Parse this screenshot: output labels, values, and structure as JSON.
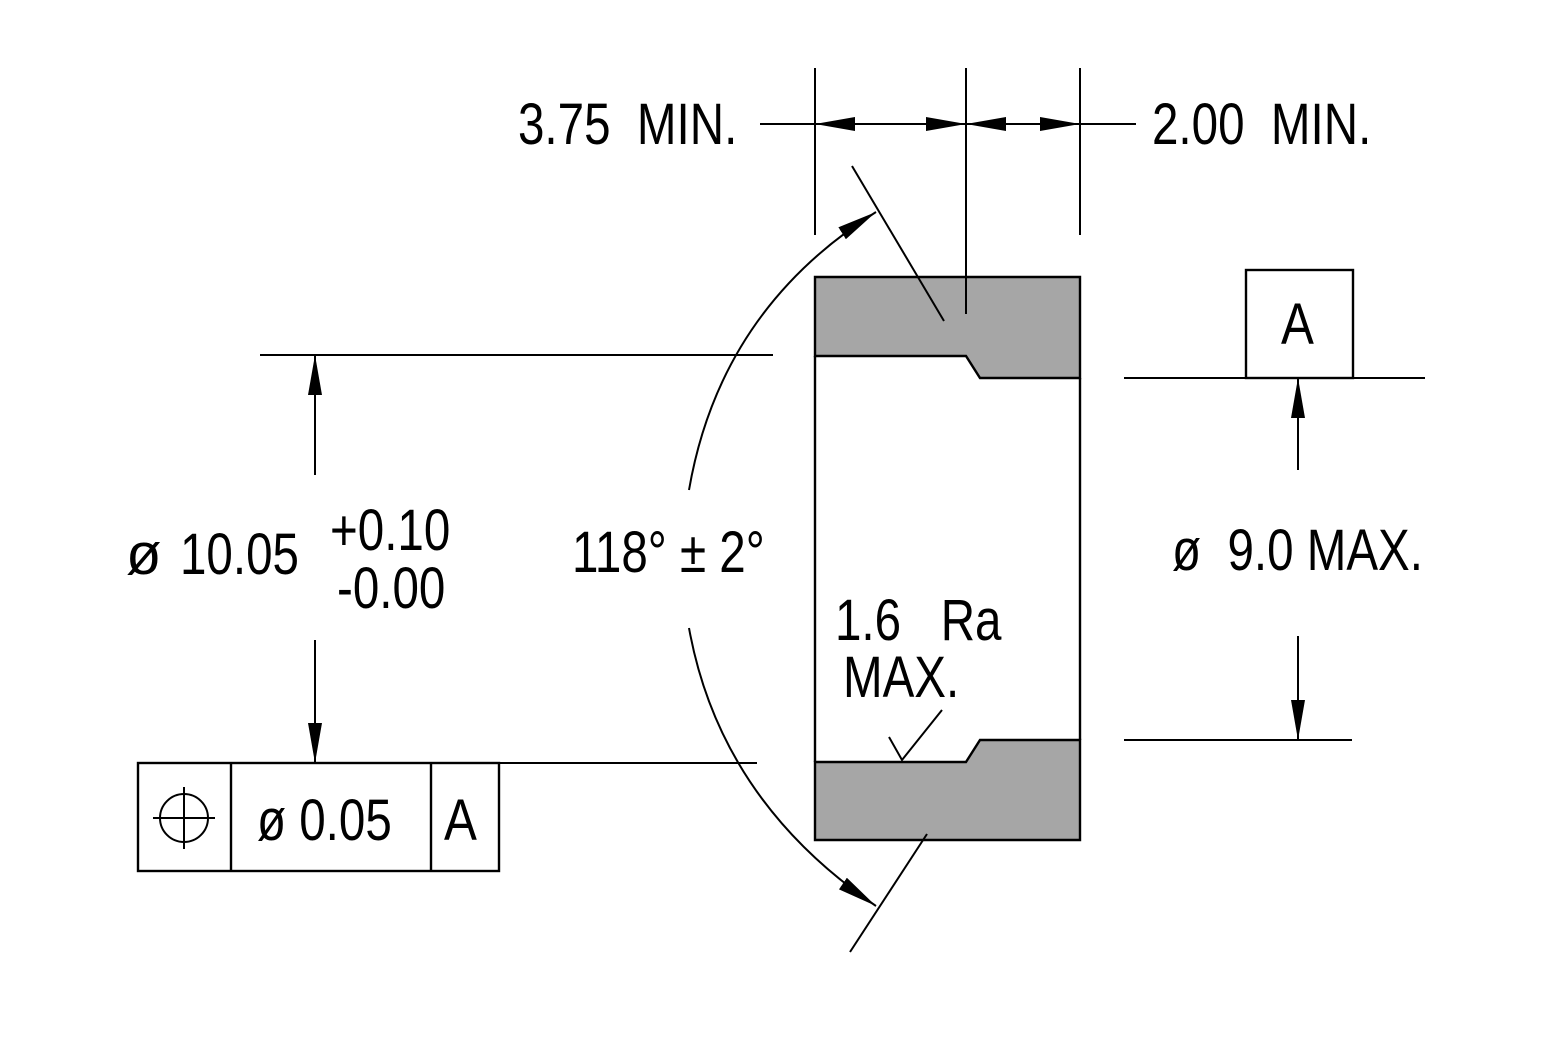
{
  "dimensions": {
    "left_width": "3.75  MIN.",
    "right_width": "2.00  MIN.",
    "outer_dia_symbol": "ø",
    "outer_dia_value": "10.05",
    "outer_tol_plus": "+0.10",
    "outer_tol_minus": "-0.00",
    "angle": "118° ± 2°",
    "inner_dia": "ø  9.0 MAX."
  },
  "surface_finish": {
    "value": "1.6   Ra",
    "qualifier": "MAX."
  },
  "datum": {
    "label": "A"
  },
  "feature_control_frame": {
    "symbol_icon": "position-icon",
    "tolerance": "ø 0.05",
    "datum_ref": "A"
  },
  "colors": {
    "section_fill": "#a6a6a6",
    "line": "#000000",
    "background": "#ffffff"
  }
}
